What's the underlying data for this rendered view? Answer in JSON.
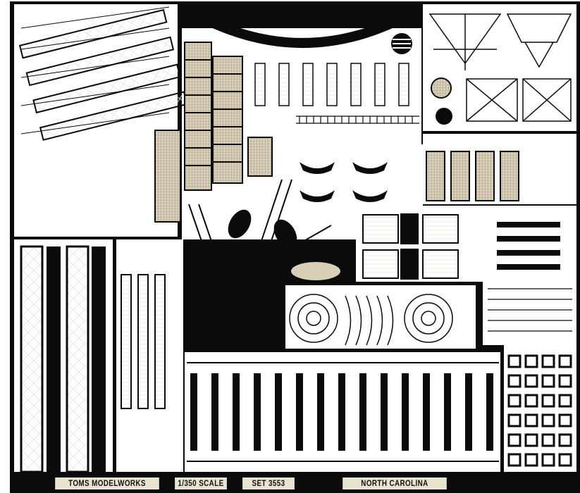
{
  "photo": {
    "subject": "photo-etched brass fret",
    "colors": {
      "background": "#ffffff",
      "fret": "#0b0b0b",
      "brass": "#d8cfb6",
      "part_line": "#f2efe6"
    }
  },
  "caption": {
    "maker": "TOMS MODELWORKS",
    "scale": "1/350 SCALE",
    "set": "SET 3553",
    "ship": "NORTH CAROLINA"
  }
}
